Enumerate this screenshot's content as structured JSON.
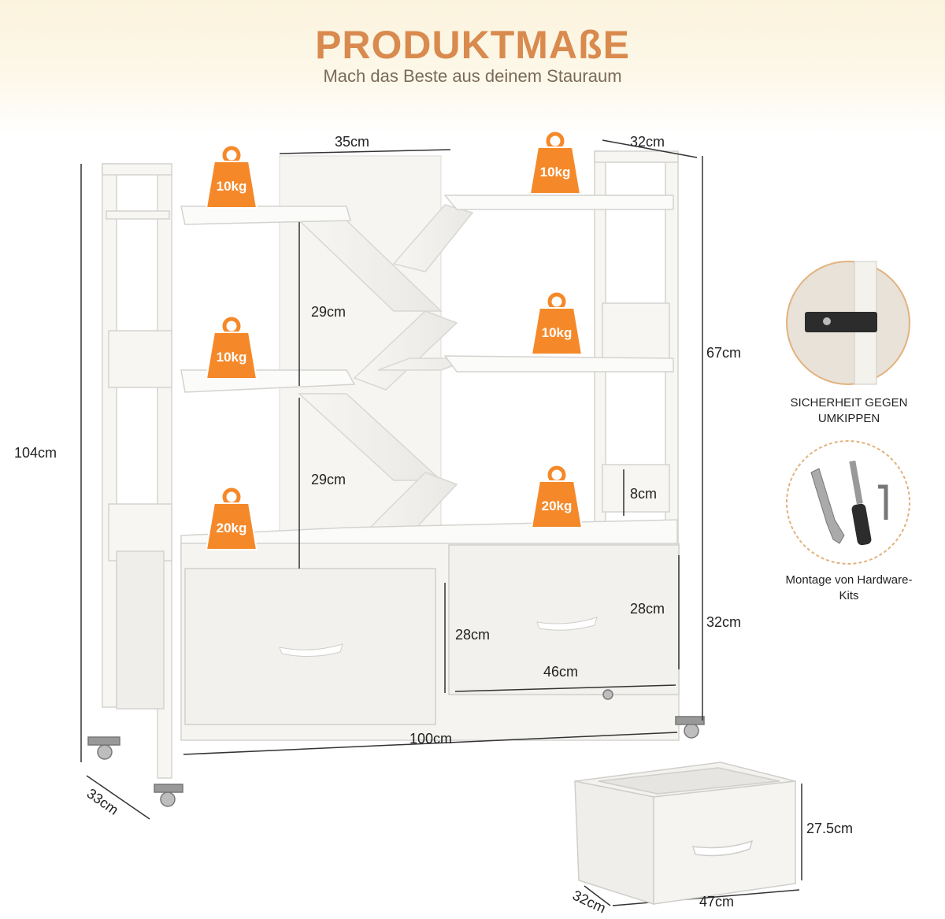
{
  "header": {
    "title": "PRODUKTMAßE",
    "subtitle": "Mach das Beste aus deinem Stauraum"
  },
  "dimensions": {
    "shelf_width": "35cm",
    "shelf_depth": "32cm",
    "height_total": "104cm",
    "height_upper": "67cm",
    "height_lower": "32cm",
    "compartment_1": "29cm",
    "compartment_2": "29cm",
    "board_height": "8cm",
    "drawer_left_height": "28cm",
    "drawer_right_height": "28cm",
    "drawer_width": "46cm",
    "width_total": "100cm",
    "depth_total": "33cm",
    "drawer_box_height": "27.5cm",
    "drawer_box_depth": "32cm",
    "drawer_box_width": "47cm"
  },
  "weights": {
    "top_left": "10kg",
    "top_right": "10kg",
    "middle_left": "10kg",
    "middle_right": "10kg",
    "bottom_left": "20kg",
    "bottom_right": "20kg"
  },
  "features": {
    "anti_tip_label": "SICHERHEIT GEGEN UMKIPPEN",
    "hardware_label": "Montage von Hardware-Kits"
  },
  "colors": {
    "accent_orange": "#f5892a",
    "title_color": "#d98a4e",
    "furniture_white": "#f4f3f0"
  }
}
